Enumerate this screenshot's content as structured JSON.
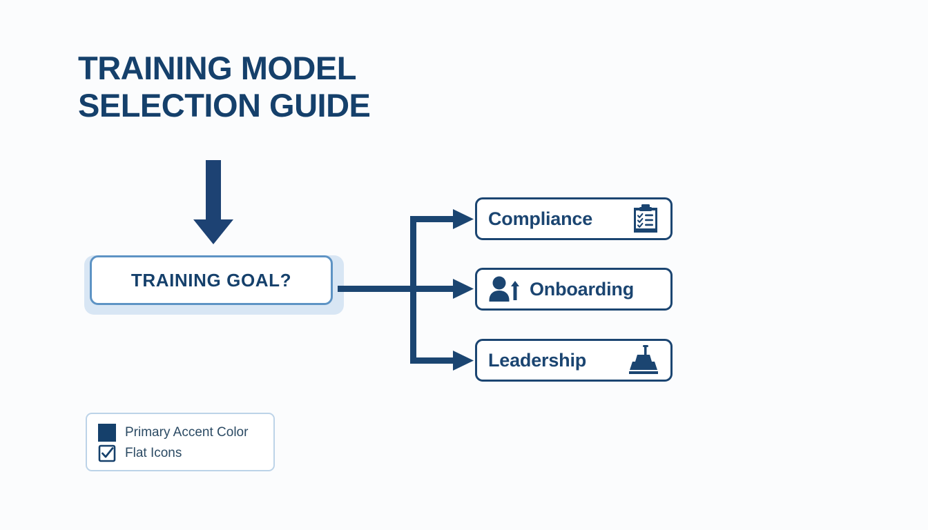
{
  "page": {
    "background_color": "#fbfcfd",
    "accent_color": "#15406b",
    "secondary_accent_color": "#1b4571",
    "light_blue_color": "#d8e6f4",
    "title": "TRAINING MODEL\nSELECTION GUIDE"
  },
  "decision": {
    "label": "TRAINING GOAL?",
    "icon": "down-arrow-icon"
  },
  "options": [
    {
      "id": "compliance",
      "label": "Compliance",
      "icon": "clipboard-checklist-icon",
      "icon_position": "right"
    },
    {
      "id": "onboarding",
      "label": "Onboarding",
      "icon": "person-add-icon",
      "icon_position": "left"
    },
    {
      "id": "leadership",
      "label": "Leadership",
      "icon": "podium-lectern-icon",
      "icon_position": "right"
    }
  ],
  "legend": {
    "items": [
      {
        "label": "Primary Accent Color",
        "icon": "filled-square-icon"
      },
      {
        "label": "Flat Icons",
        "icon": "checkbox-checked-icon"
      }
    ]
  }
}
